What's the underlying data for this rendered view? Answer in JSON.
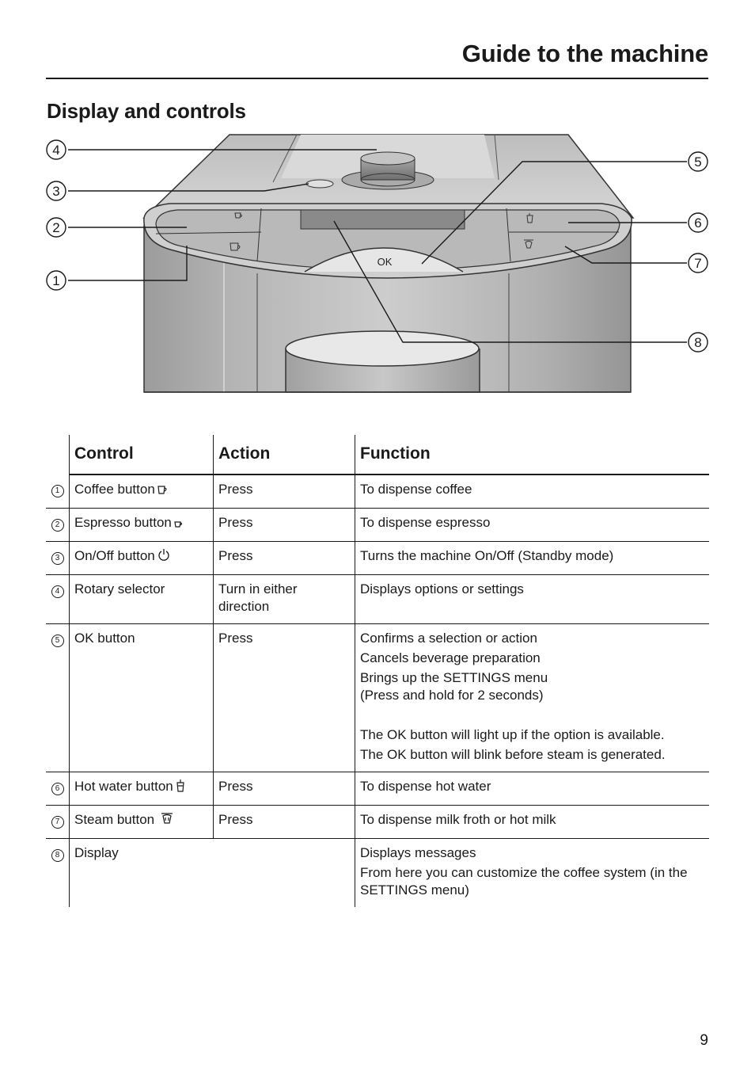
{
  "header": {
    "title": "Guide to the machine"
  },
  "section": {
    "title": "Display and controls"
  },
  "figure": {
    "callouts": [
      "1",
      "2",
      "3",
      "4",
      "5",
      "6",
      "7",
      "8"
    ],
    "ok_label": "OK",
    "icons": [
      "espresso-cup-icon",
      "coffee-cup-icon",
      "hot-water-icon",
      "steam-icon"
    ]
  },
  "table": {
    "headers": {
      "control": "Control",
      "action": "Action",
      "function": "Function"
    },
    "rows": [
      {
        "num": "1",
        "control": "Coffee button",
        "icon": "coffee-cup-icon",
        "action": "Press",
        "function": [
          "To dispense coffee"
        ]
      },
      {
        "num": "2",
        "control": "Espresso button",
        "icon": "espresso-cup-icon",
        "action": "Press",
        "function": [
          "To dispense espresso"
        ]
      },
      {
        "num": "3",
        "control": "On/Off button",
        "icon": "power-icon",
        "action": "Press",
        "function": [
          "Turns the machine On/Off (Standby mode)"
        ]
      },
      {
        "num": "4",
        "control": "Rotary selector",
        "icon": "",
        "action": "Turn in either direction",
        "function": [
          "Displays options or settings"
        ]
      },
      {
        "num": "5",
        "control": "OK button",
        "icon": "",
        "action": "Press",
        "function": [
          "Confirms a selection or action",
          "Cancels beverage preparation",
          "Brings up the SETTINGS menu (Press and hold for 2 seconds)",
          "The OK button will light up if the option is available.",
          "The OK button will blink before steam is generated."
        ]
      },
      {
        "num": "6",
        "control": "Hot water button",
        "icon": "hot-water-icon",
        "action": "Press",
        "function": [
          "To dispense hot water"
        ]
      },
      {
        "num": "7",
        "control": "Steam button",
        "icon": "steam-icon",
        "action": "Press",
        "function": [
          "To dispense milk froth or hot milk"
        ]
      },
      {
        "num": "8",
        "control": "Display",
        "icon": "",
        "action": "",
        "function": [
          "Displays messages",
          "From here you can customize the coffee system (in the SETTINGS menu)"
        ]
      }
    ]
  },
  "page_number": "9"
}
